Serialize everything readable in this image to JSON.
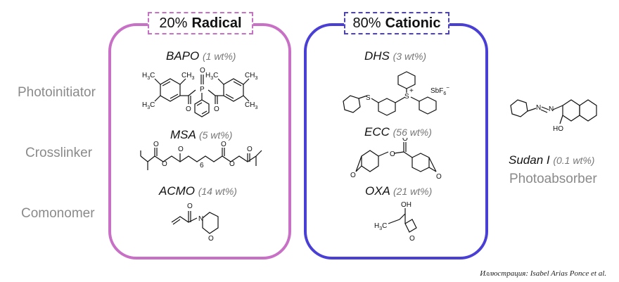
{
  "panels": {
    "radical": {
      "percent": "20%",
      "label": "Radical",
      "color": "#c86fc6",
      "compounds": [
        {
          "name": "BAPO",
          "amount": "(1 wt%)"
        },
        {
          "name": "MSA",
          "amount": "(5 wt%)"
        },
        {
          "name": "ACMO",
          "amount": "(14 wt%)"
        }
      ]
    },
    "cationic": {
      "percent": "80%",
      "label": "Cationic",
      "color": "#4a3fd4",
      "compounds": [
        {
          "name": "DHS",
          "amount": "(3 wt%)"
        },
        {
          "name": "ECC",
          "amount": "(56 wt%)"
        },
        {
          "name": "OXA",
          "amount": "(21 wt%)"
        }
      ]
    }
  },
  "row_labels": [
    "Photoinitiator",
    "Crosslinker",
    "Comonomer"
  ],
  "absorber": {
    "name": "Sudan I",
    "amount": "(0.1 wt%)",
    "role": "Photoabsorber"
  },
  "atom_labels": {
    "ch3": "CH",
    "sub3": "3",
    "h3c": "H",
    "c3": "C",
    "o": "O",
    "p": "P",
    "s": "S",
    "splus": "+",
    "sbf6": "SbF",
    "sub6": "6",
    "minus": "−",
    "n": "N",
    "ho": "HO",
    "oh": "OH",
    "six": "6"
  },
  "credit": "Иллюстрация: Isabel Arias Ponce et al."
}
